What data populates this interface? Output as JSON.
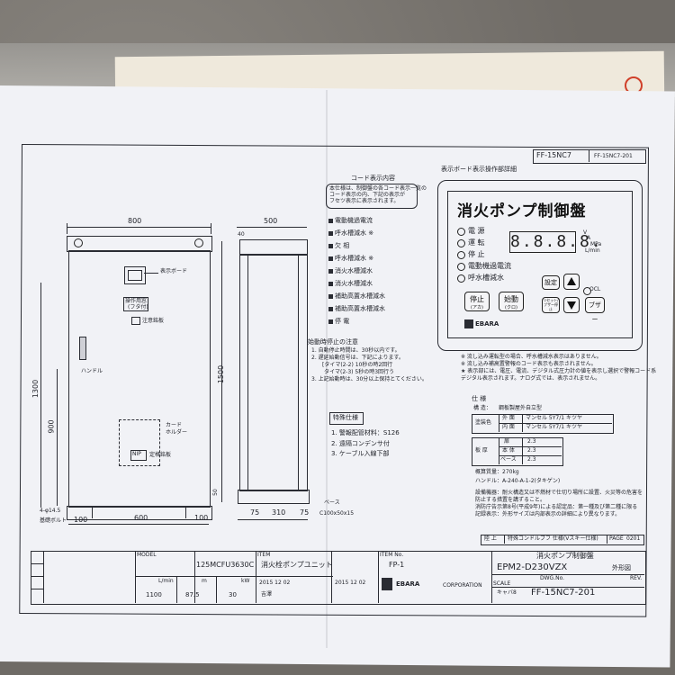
{
  "title_block": {
    "sheet_no_top": "FF-15NC7",
    "sheet_no_top_sub": "FF-15NC7-201",
    "model_label": "MODEL",
    "model": "125MCFU3630C",
    "item_label": "ITEM",
    "item": "消火栓ポンプユニット",
    "item_no_label": "ITEM No.",
    "item_no": "FP-1",
    "drawing_title": "消火ポンプ制御盤",
    "drawing_model": "EPM2-D230VZX",
    "drawing_kind": "外形図",
    "dwg_no_label": "DWG.No.",
    "dwg_no": "FF-15NC7-201",
    "company": "EBARA",
    "company_sub": "CORPORATION",
    "rev_label": "REV.",
    "scale_label": "SCALE",
    "page_label": "PAGE",
    "page": "0201",
    "head_labels": [
      "L/min",
      "m",
      "kW"
    ],
    "head_values": [
      "1100",
      "87.5",
      "30"
    ],
    "date1": "2015 12 02",
    "date2": "2015 12 02",
    "name1": "吉澤",
    "notes_header": "特殊コンドルブフ 仕様(Vスキー仕様)",
    "land_label": "陸 上",
    "old_no": "キャバ8"
  },
  "front_view": {
    "width_label": "800",
    "width_bottom": "600",
    "left_margin": "100",
    "right_margin": "100",
    "height_total": "1300",
    "height_mid": "900",
    "hole_note": "4-φ14.5",
    "base_note": "基礎ボルト",
    "display_board_label": "表示ボード",
    "window_label": "操作用窓",
    "window_sub": "(フタ付)",
    "name_plate_label": "注意銘板",
    "handle_label": "ハンドル",
    "card_holder_label": "カード",
    "card_holder_sub": "ホルダー",
    "nip_label": "NIP",
    "nip_note": "定格銘板"
  },
  "side_view": {
    "width_label": "500",
    "top_offset": "40",
    "height": "1500",
    "bottom_offset": "50",
    "dims": [
      "75",
      "310",
      "75"
    ],
    "base_note": "ベース",
    "base_size": "C100x50x15"
  },
  "code_section": {
    "title": "コード表示内容",
    "note_lines": [
      "本仕様は、制御盤の各コード表示一覧の",
      "コード表示の内、下記の表示が",
      "フセツ表示に表示されます。"
    ],
    "items": [
      "電動機過電流",
      "呼水槽減水 ※",
      "欠 相",
      "呼水槽減水 ※",
      "消火水槽減水",
      "消火水槽減水",
      "補助高置水槽減水",
      "補助高置水槽減水",
      "停 電"
    ]
  },
  "timer_section": {
    "title": "始動時停止の注意",
    "lines": [
      "1. 自動停止時間は、30秒以内です。",
      "2. 遅延始動信号は、下記によります。",
      "[タイマ(2-2) 10秒の時2回行",
      "タイマ(2-3) 5秒の時3回行う",
      "3. 上記始動時は、30分以上保持とてください。"
    ]
  },
  "special_spec": {
    "title": "特殊仕様",
    "items": [
      "1. 警報配管材料：S126",
      "2. 遠隔コンデンサ付",
      "3. ケーブル入線下部"
    ]
  },
  "display_board": {
    "header": "表示ボード表示操作部詳細",
    "panel_title": "消火ポンプ制御盤",
    "lamps": [
      "電 源",
      "運 転",
      "停 止",
      "電動機過電流",
      "呼水槽減水"
    ],
    "segment_value": "8.8.8.8.",
    "units": [
      "V",
      "A",
      "MPa",
      "L/min"
    ],
    "buttons": {
      "stop": "停止",
      "stop_sub": "(アカ)",
      "start": "始動",
      "start_sub": "(クロ)",
      "set": "設定",
      "reset": "リセット/ブザー停止",
      "buzzer": "ブザー"
    },
    "ocl_label": "OCL",
    "brand": "EBARA",
    "notes": [
      "※ 流し込み運転型の場合、呼水槽減水表示はありません。",
      "※ 流し込み補高置警報のコード表示も表示されません。",
      "★ 表示部には、電圧、電流、デジタル式圧力計の値を表示し選択で警報コード系",
      "   デジタル表示されます。ナログ式では、表示されません。"
    ]
  },
  "specs": {
    "title": "仕 様",
    "structure_label": "構 造：",
    "structure_value": "鋼板製屋外自立型",
    "coating_label": "塗装色",
    "coating_rows": [
      {
        "k": "外 面",
        "v": "マンセル 5Y7/1 キツヤ"
      },
      {
        "k": "内 面",
        "v": "マンセル 5Y7/1 キツヤ"
      }
    ],
    "thickness_label": "板 厚",
    "thickness_rows": [
      {
        "k": "扉",
        "v": "2.3"
      },
      {
        "k": "本 体",
        "v": "2.3"
      },
      {
        "k": "ベース",
        "v": "2.3"
      }
    ],
    "weight": "概算質量：270kg",
    "handle": "ハンドル：A-240-A-1-2(タキゲン)",
    "notes": [
      "設備機器：耐火構造又は不燃材で仕切り場所に設置、火災等の危害を",
      "防止する措置を講ずること。",
      "消防庁告示第8号(平成9年)による認定品：第一種及び第二種に限る",
      "記録表示：外形サイズは内部表示の詳細により異なります。"
    ]
  }
}
